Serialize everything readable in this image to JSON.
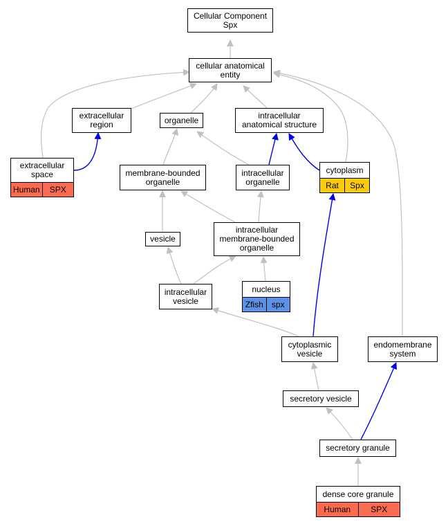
{
  "colors": {
    "gray_edge": "#c0c0c0",
    "blue_edge": "#0000ee",
    "human_spx": "#fa6b4f",
    "rat_spx": "#fbcc0d",
    "zfish_spx": "#5b92e5"
  },
  "nodes": {
    "cellular_component_spx": {
      "label": "Cellular Component\nSpx"
    },
    "cellular_anatomical_entity": {
      "label": "cellular anatomical\nentity"
    },
    "extracellular_region": {
      "label": "extracellular\nregion"
    },
    "organelle": {
      "label": "organelle"
    },
    "intracellular_anatomical_structure": {
      "label": "intracellular\nanatomical structure"
    },
    "extracellular_space": {
      "label": "extracellular\nspace",
      "tags": [
        "Human",
        "SPX"
      ]
    },
    "membrane_bounded_organelle": {
      "label": "membrane-bounded\norganelle"
    },
    "intracellular_organelle": {
      "label": "intracellular\norganelle"
    },
    "cytoplasm": {
      "label": "cytoplasm",
      "tags": [
        "Rat",
        "Spx"
      ]
    },
    "vesicle": {
      "label": "vesicle"
    },
    "intracellular_membrane_bounded_organelle": {
      "label": "intracellular\nmembrane-bounded\norganelle"
    },
    "nucleus": {
      "label": "nucleus",
      "tags": [
        "Zfish",
        "spx"
      ]
    },
    "intracellular_vesicle": {
      "label": "intracellular\nvesicle"
    },
    "cytoplasmic_vesicle": {
      "label": "cytoplasmic\nvesicle"
    },
    "endomembrane_system": {
      "label": "endomembrane\nsystem"
    },
    "secretory_vesicle": {
      "label": "secretory vesicle"
    },
    "secretory_granule": {
      "label": "secretory granule"
    },
    "dense_core_granule": {
      "label": "dense core granule",
      "tags": [
        "Human",
        "SPX"
      ]
    }
  },
  "edges": [
    {
      "from": "cellular_anatomical_entity",
      "to": "cellular_component_spx",
      "type": "gray"
    },
    {
      "from": "extracellular_region",
      "to": "cellular_anatomical_entity",
      "type": "gray"
    },
    {
      "from": "organelle",
      "to": "cellular_anatomical_entity",
      "type": "gray"
    },
    {
      "from": "intracellular_anatomical_structure",
      "to": "cellular_anatomical_entity",
      "type": "gray"
    },
    {
      "from": "extracellular_space",
      "to": "cellular_anatomical_entity",
      "type": "gray"
    },
    {
      "from": "cytoplasm",
      "to": "cellular_anatomical_entity",
      "type": "gray"
    },
    {
      "from": "endomembrane_system",
      "to": "cellular_anatomical_entity",
      "type": "gray"
    },
    {
      "from": "extracellular_space",
      "to": "extracellular_region",
      "type": "blue"
    },
    {
      "from": "membrane_bounded_organelle",
      "to": "organelle",
      "type": "gray"
    },
    {
      "from": "intracellular_organelle",
      "to": "organelle",
      "type": "gray"
    },
    {
      "from": "intracellular_organelle",
      "to": "intracellular_anatomical_structure",
      "type": "blue"
    },
    {
      "from": "cytoplasm",
      "to": "intracellular_anatomical_structure",
      "type": "blue"
    },
    {
      "from": "vesicle",
      "to": "membrane_bounded_organelle",
      "type": "gray"
    },
    {
      "from": "intracellular_membrane_bounded_organelle",
      "to": "membrane_bounded_organelle",
      "type": "gray"
    },
    {
      "from": "intracellular_membrane_bounded_organelle",
      "to": "intracellular_organelle",
      "type": "gray"
    },
    {
      "from": "intracellular_vesicle",
      "to": "vesicle",
      "type": "gray"
    },
    {
      "from": "intracellular_vesicle",
      "to": "intracellular_membrane_bounded_organelle",
      "type": "gray"
    },
    {
      "from": "nucleus",
      "to": "intracellular_membrane_bounded_organelle",
      "type": "gray"
    },
    {
      "from": "cytoplasmic_vesicle",
      "to": "intracellular_vesicle",
      "type": "gray"
    },
    {
      "from": "cytoplasmic_vesicle",
      "to": "cytoplasm",
      "type": "blue"
    },
    {
      "from": "secretory_vesicle",
      "to": "cytoplasmic_vesicle",
      "type": "gray"
    },
    {
      "from": "secretory_granule",
      "to": "secretory_vesicle",
      "type": "gray"
    },
    {
      "from": "secretory_granule",
      "to": "endomembrane_system",
      "type": "blue"
    },
    {
      "from": "dense_core_granule",
      "to": "secretory_granule",
      "type": "gray"
    }
  ]
}
